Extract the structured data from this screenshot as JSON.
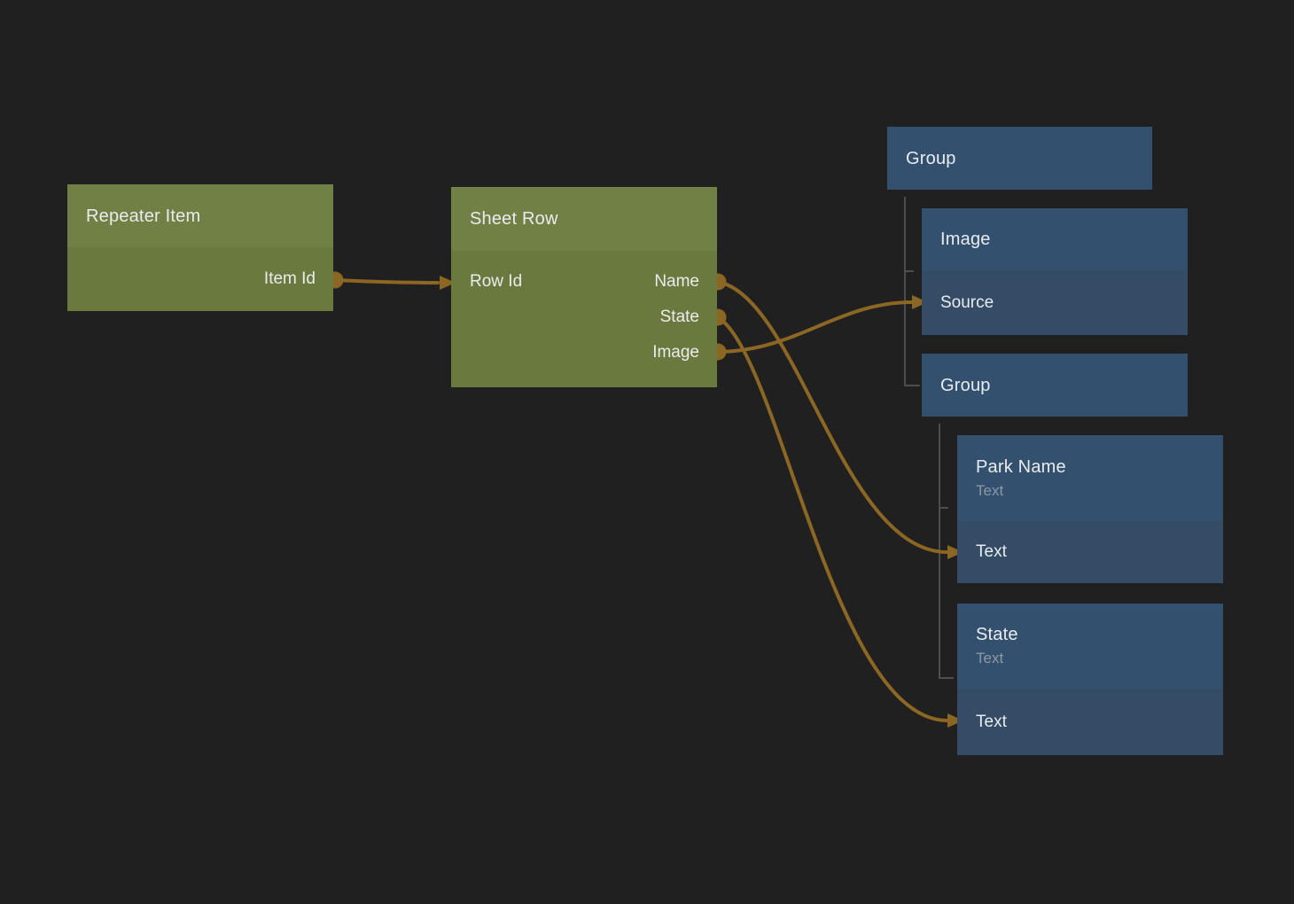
{
  "colors": {
    "bg": "#202020",
    "green_header": "#718045",
    "green_body": "#6a7a3e",
    "blue_header": "#33516f",
    "blue_body": "#344c66",
    "wire": "#8c6723",
    "tree_line": "#4d4d4d",
    "title_text": "#e9ecee",
    "subtitle_text": "#8d98a4"
  },
  "nodes": {
    "repeater_item": {
      "title": "Repeater Item",
      "outputs": [
        "Item Id"
      ]
    },
    "sheet_row": {
      "title": "Sheet Row",
      "inputs": [
        "Row Id"
      ],
      "outputs": [
        "Name",
        "State",
        "Image"
      ]
    },
    "group1": {
      "title": "Group"
    },
    "image": {
      "title": "Image",
      "inputs": [
        "Source"
      ]
    },
    "group2": {
      "title": "Group"
    },
    "park_name": {
      "title": "Park Name",
      "subtitle": "Text",
      "inputs": [
        "Text"
      ]
    },
    "state": {
      "title": "State",
      "subtitle": "Text",
      "inputs": [
        "Text"
      ]
    }
  },
  "connections": [
    {
      "from_node": "Repeater Item",
      "from_port": "Item Id",
      "to_node": "Sheet Row",
      "to_port": "Row Id"
    },
    {
      "from_node": "Sheet Row",
      "from_port": "Name",
      "to_node": "Park Name",
      "to_port": "Text"
    },
    {
      "from_node": "Sheet Row",
      "from_port": "State",
      "to_node": "State",
      "to_port": "Text"
    },
    {
      "from_node": "Sheet Row",
      "from_port": "Image",
      "to_node": "Image",
      "to_port": "Source"
    }
  ],
  "hierarchy": [
    {
      "parent": "Group",
      "children": [
        "Image",
        "Group"
      ]
    },
    {
      "parent": "Group (nested)",
      "children": [
        "Park Name",
        "State"
      ]
    }
  ]
}
